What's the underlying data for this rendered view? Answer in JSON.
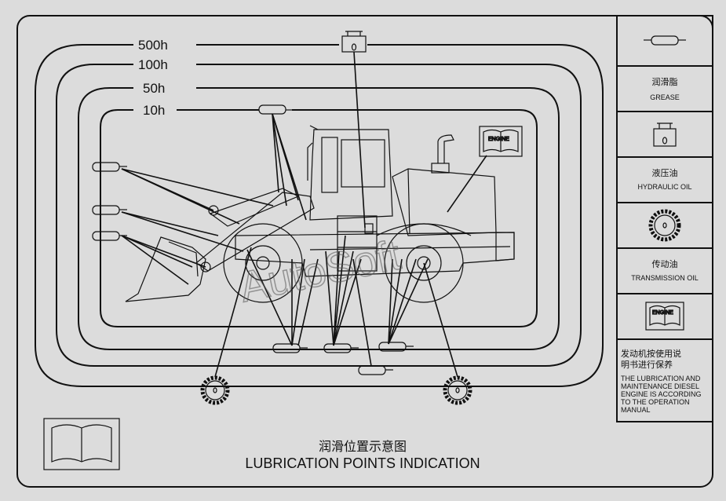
{
  "intervals": {
    "i500": "500h",
    "i100": "100h",
    "i50": "50h",
    "i10": "10h"
  },
  "legend": {
    "grease_cn": "润滑脂",
    "grease_en": "GREASE",
    "hydraulic_cn": "液压油",
    "hydraulic_en": "HYDRAULIC OIL",
    "transmission_cn": "传动油",
    "transmission_en": "TRANSMISSION OIL",
    "engine_book_label": "ENGINE",
    "engine_note_cn_1": "发动机按使用说",
    "engine_note_cn_2": "明书进行保养",
    "engine_note_en": [
      "THE LUBRICATION AND",
      "MAINTENANCE DIESEL",
      "ENGINE IS ACCORDING",
      "TO THE OPERATION",
      "MANUAL"
    ]
  },
  "diagram": {
    "engine_book_label": "ENGINE"
  },
  "title": {
    "cn": "润滑位置示意图",
    "en": "LUBRICATION POINTS INDICATION"
  },
  "watermark": "AutoSoft",
  "colors": {
    "background": "#dcdcdc",
    "line": "#111111"
  }
}
